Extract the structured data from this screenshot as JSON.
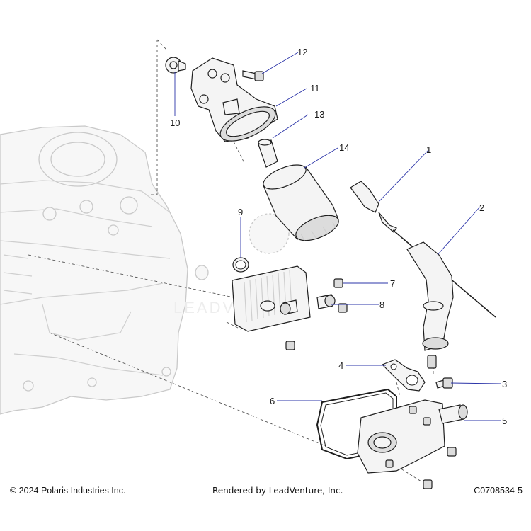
{
  "callouts": [
    {
      "num": "1"
    },
    {
      "num": "2"
    },
    {
      "num": "3"
    },
    {
      "num": "4"
    },
    {
      "num": "5"
    },
    {
      "num": "6"
    },
    {
      "num": "7"
    },
    {
      "num": "8"
    },
    {
      "num": "9"
    },
    {
      "num": "10"
    },
    {
      "num": "11"
    },
    {
      "num": "12"
    },
    {
      "num": "13"
    },
    {
      "num": "14"
    }
  ],
  "footer": {
    "copyright": "© 2024 Polaris Industries Inc.",
    "rendered_by": "Rendered by LeadVenture, Inc.",
    "drawing_number": "C0708534-5"
  },
  "watermark": "LEADVENTURE",
  "colors": {
    "leader": "#2b34a8",
    "outline": "#1e1e1e",
    "ghost": "#c9c9c9"
  }
}
